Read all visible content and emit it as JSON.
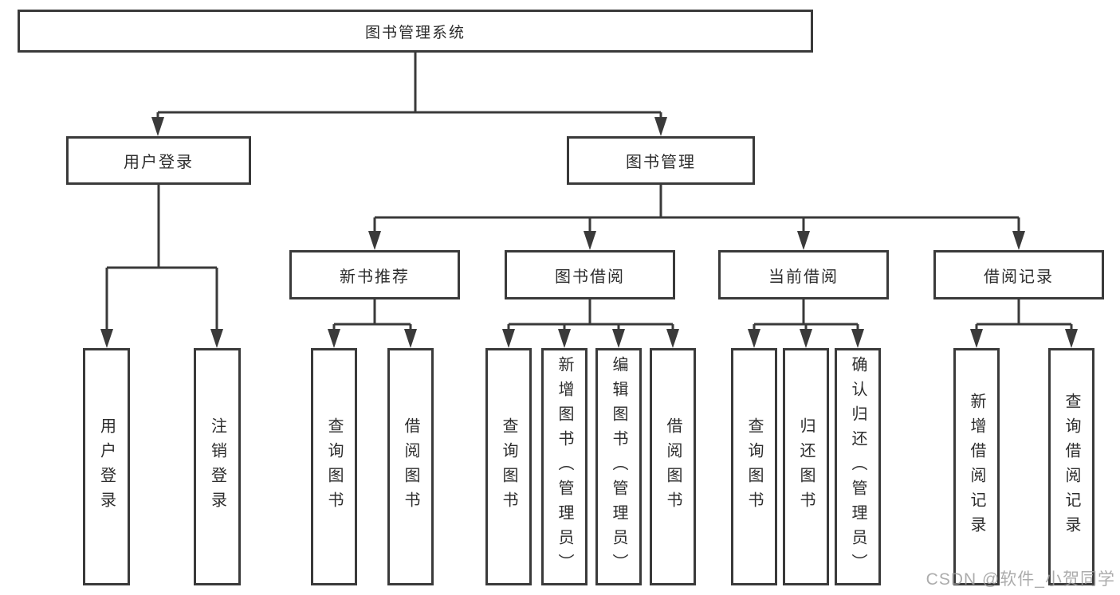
{
  "diagram": {
    "tree": {
      "label": "图书管理系统",
      "children": [
        {
          "label": "用户登录",
          "children": [
            {
              "label": "用户登录"
            },
            {
              "label": "注销登录"
            }
          ]
        },
        {
          "label": "图书管理",
          "children": [
            {
              "label": "新书推荐",
              "children": [
                {
                  "label": "查询图书"
                },
                {
                  "label": "借阅图书"
                }
              ]
            },
            {
              "label": "图书借阅",
              "children": [
                {
                  "label": "查询图书"
                },
                {
                  "label": "新增图书（管理员）"
                },
                {
                  "label": "编辑图书（管理员）"
                },
                {
                  "label": "借阅图书"
                }
              ]
            },
            {
              "label": "当前借阅",
              "children": [
                {
                  "label": "查询图书"
                },
                {
                  "label": "归还图书"
                },
                {
                  "label": "确认归还（管理员）"
                }
              ]
            },
            {
              "label": "借阅记录",
              "children": [
                {
                  "label": "新增借阅记录"
                },
                {
                  "label": "查询借阅记录"
                }
              ]
            }
          ]
        }
      ]
    },
    "colors": {
      "line": "#3a3a3a",
      "text": "#2d2d2d",
      "background": "#ffffff",
      "watermark": "#9e9e9e"
    }
  },
  "watermark": {
    "text": "CSDN @软件_小贺同学"
  }
}
